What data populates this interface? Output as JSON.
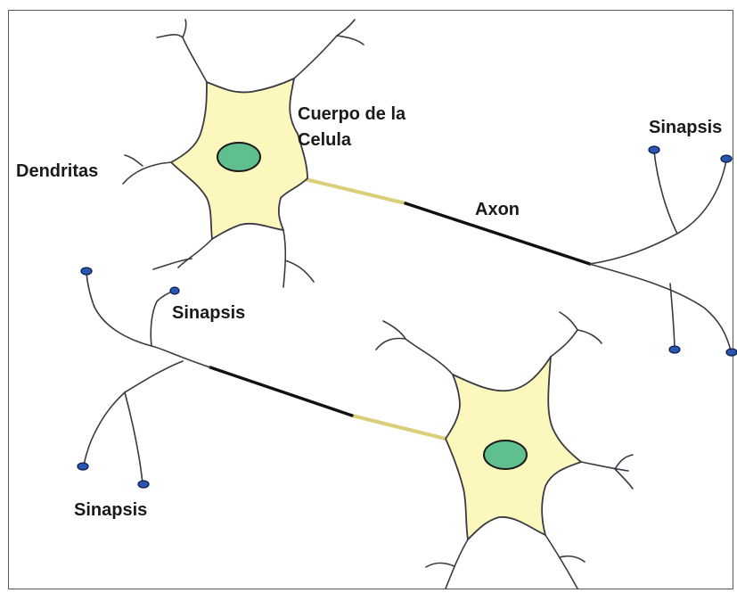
{
  "labels": {
    "dendritas": "Dendritas",
    "cuerpo_line1": "Cuerpo de la",
    "cuerpo_line2": "Celula",
    "sinapsis_top_right": "Sinapsis",
    "axon": "Axon",
    "sinapsis_middle": "Sinapsis",
    "sinapsis_bottom_left": "Sinapsis"
  },
  "colors": {
    "soma_fill": "#fcf8bd",
    "nucleus_fill": "#5fbf8f",
    "terminal_fill": "#2a55b0",
    "axon": "#111111"
  }
}
